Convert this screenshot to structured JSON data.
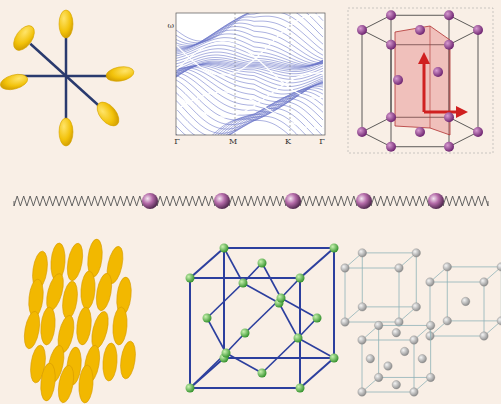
{
  "diagram": {
    "labels": [
      "ω",
      "Γ",
      "M",
      "K",
      "Γ"
    ]
  }
}
